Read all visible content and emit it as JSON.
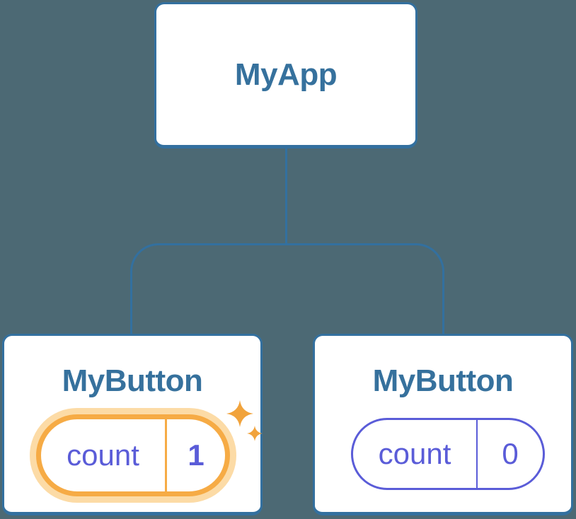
{
  "background_color": "#4c6974",
  "palette": {
    "node_border_blue": "#33709f",
    "node_title_blue": "#36719d",
    "state_purple": "#5a5cd8",
    "highlight_orange": "#f6ab45",
    "highlight_glow": "#fcdba6",
    "sparkle_orange": "#f1a33c",
    "node_background": "#ffffff"
  },
  "tree": {
    "root": {
      "label": "MyApp"
    },
    "children": [
      {
        "label": "MyButton",
        "state": {
          "key": "count",
          "value": "1"
        },
        "highlighted": true,
        "icon": "sparkle-icon"
      },
      {
        "label": "MyButton",
        "state": {
          "key": "count",
          "value": "0"
        },
        "highlighted": false
      }
    ]
  }
}
